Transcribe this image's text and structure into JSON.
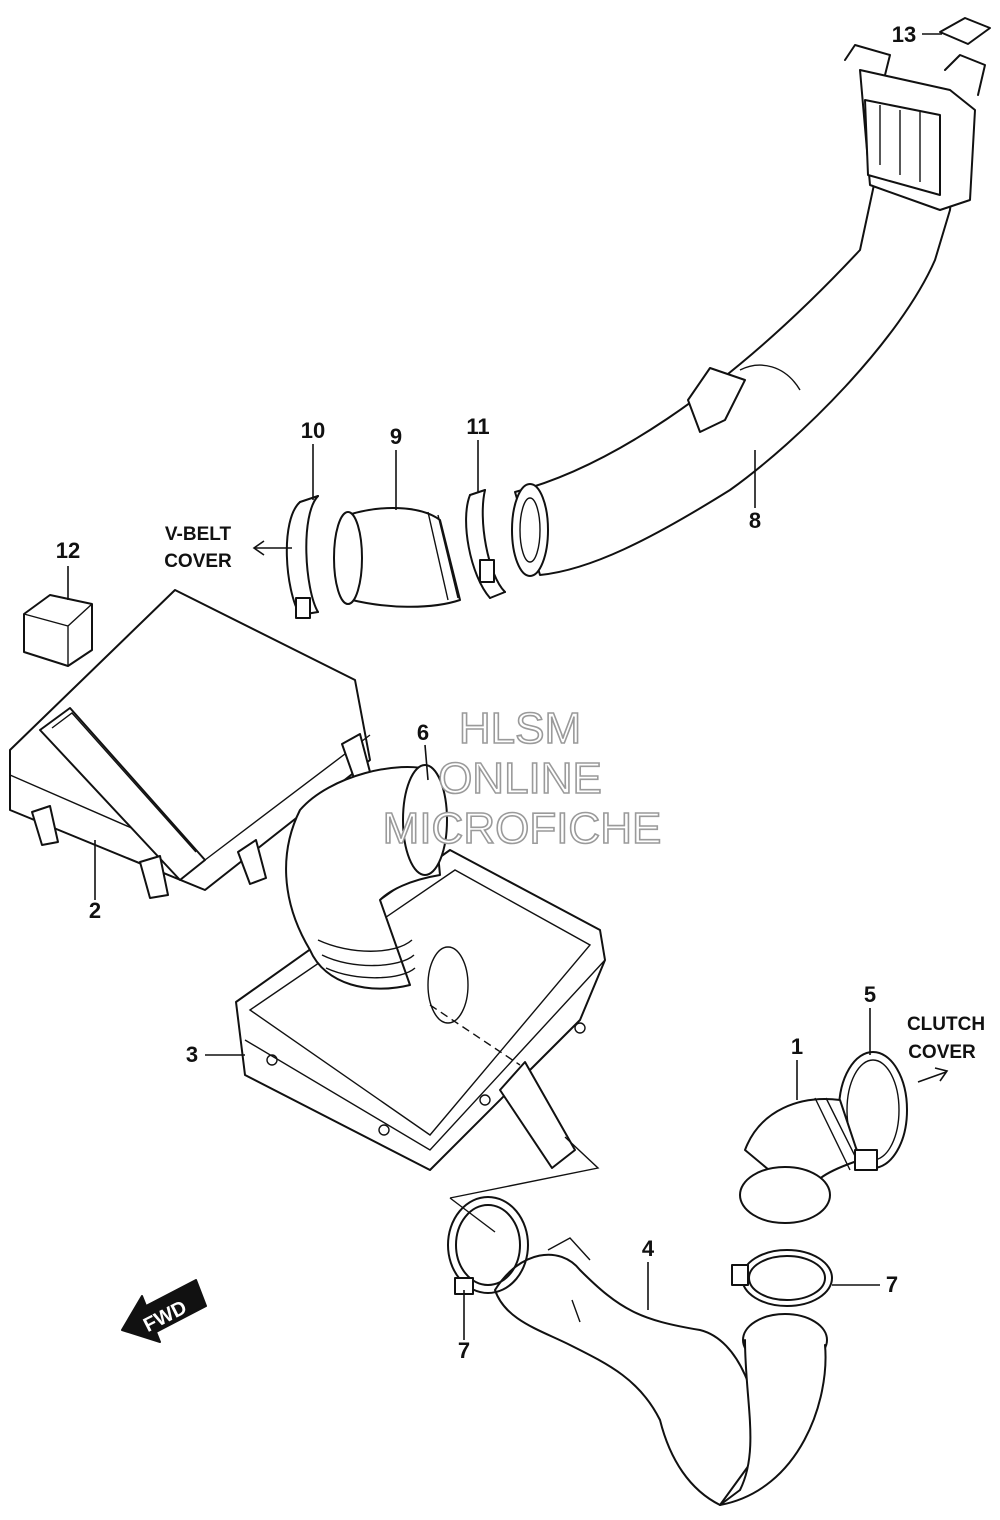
{
  "parts": {
    "p1": "1",
    "p2": "2",
    "p3": "3",
    "p4": "4",
    "p5": "5",
    "p6": "6",
    "p7a": "7",
    "p7b": "7",
    "p8": "8",
    "p9": "9",
    "p10": "10",
    "p11": "11",
    "p12": "12",
    "p13": "13"
  },
  "notes": {
    "vbelt_line1": "V-BELT",
    "vbelt_line2": "COVER",
    "clutch_line1": "CLUTCH",
    "clutch_line2": "COVER"
  },
  "watermark": {
    "line1": "HLSM",
    "line2": "ONLINE",
    "line3": "MICROFICHE"
  },
  "fwd_label": "FWD",
  "colors": {
    "ink": "#111111",
    "watermark": "#9a9a9a",
    "background": "#ffffff"
  }
}
